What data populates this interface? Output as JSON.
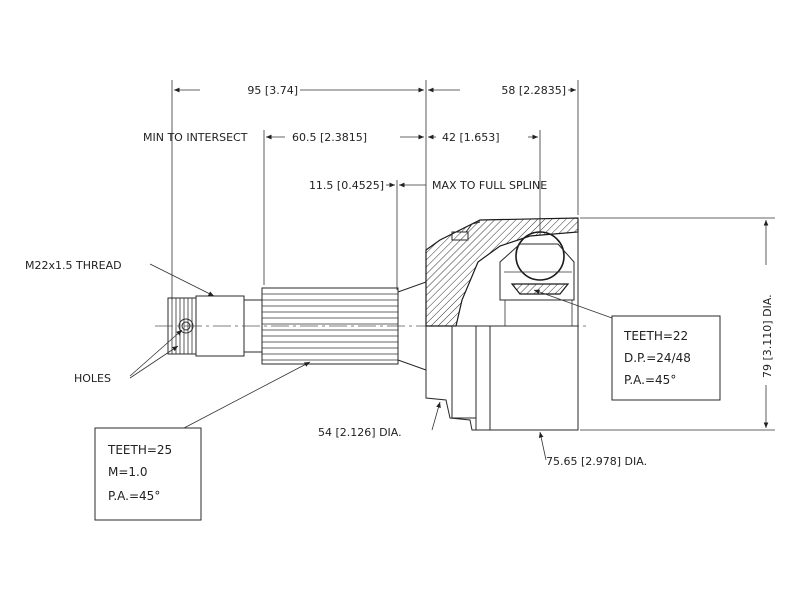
{
  "dimensions": {
    "overall_length": "95 [3.74]",
    "boot_length": "58 [2.2835]",
    "min_to_intersect_label": "MIN TO INTERSECT",
    "min_to_intersect": "60.5 [2.3815]",
    "spline_length": "42 [1.653]",
    "max_to_full_spline_value": "11.5 [0.4525]",
    "max_to_full_spline_label": "MAX TO FULL SPLINE",
    "thread": "M22x1.5 THREAD",
    "holes": "HOLES",
    "seal_dia": "54 [2.126] DIA.",
    "housing_dia": "75.65 [2.978] DIA.",
    "outer_dia": "79 [3.110] DIA."
  },
  "spec_outer": {
    "teeth": "TEETH=25",
    "module": "M=1.0",
    "pressure_angle": "P.A.=45°"
  },
  "spec_inner": {
    "teeth": "TEETH=22",
    "diametral_pitch": "D.P.=24/48",
    "pressure_angle": "P.A.=45°"
  },
  "colors": {
    "line": "#2a2a2a",
    "background": "#ffffff"
  }
}
